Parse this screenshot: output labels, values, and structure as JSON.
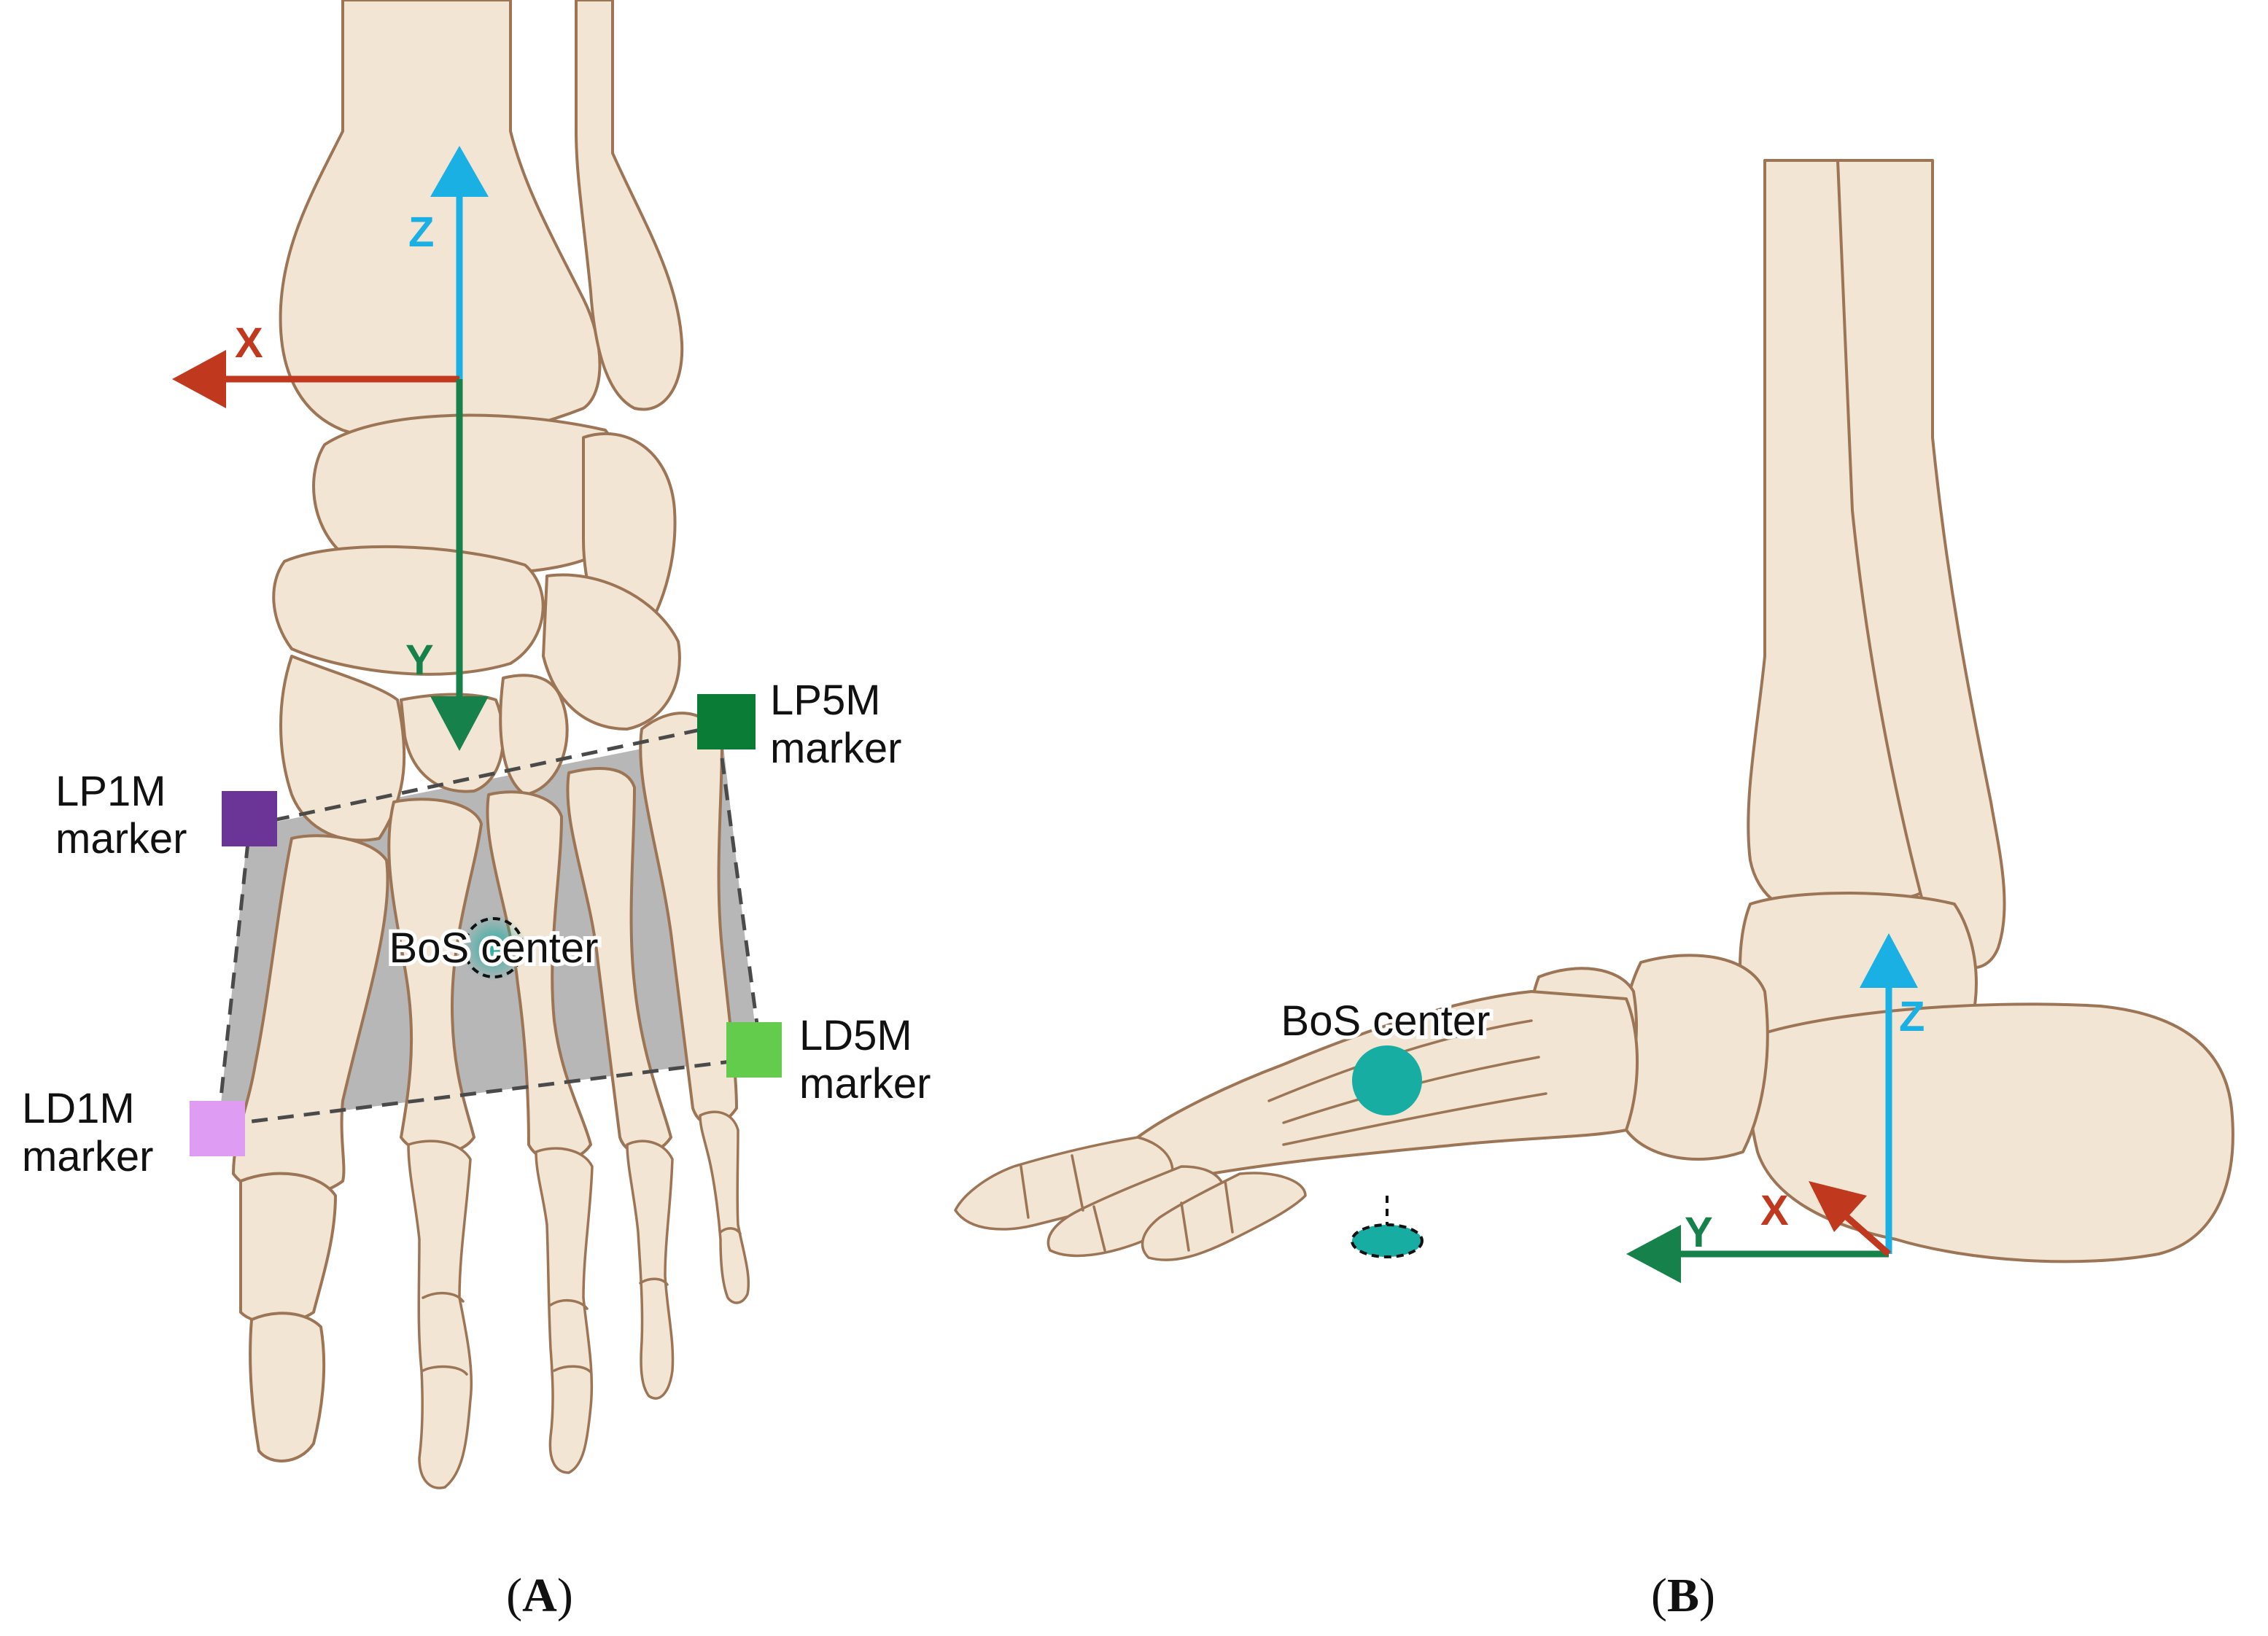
{
  "panels": [
    {
      "label_open": "(",
      "label_letter": "A",
      "label_close": ")"
    },
    {
      "label_open": "(",
      "label_letter": "B",
      "label_close": ")"
    }
  ],
  "panel_a": {
    "axes": {
      "x": "X",
      "y": "Y",
      "z": "Z"
    },
    "markers": {
      "lp1m": {
        "line1": "LP1M",
        "line2": "marker",
        "color": "#6a3597"
      },
      "lp5m": {
        "line1": "LP5M",
        "line2": "marker",
        "color": "#0b7c36"
      },
      "ld5m": {
        "line1": "LD5M",
        "line2": "marker",
        "color": "#63cc4c"
      },
      "ld1m": {
        "line1": "LD1M",
        "line2": "marker",
        "color": "#de9cf2"
      }
    },
    "bos_label": "BoS center"
  },
  "panel_b": {
    "axes": {
      "x": "X",
      "y": "Y",
      "z": "Z"
    },
    "bos_label": "BoS center"
  },
  "colors": {
    "x_axis": "#c0391f",
    "y_axis": "#16814a",
    "z_axis": "#1ab0e4",
    "bos": "#17ada3",
    "support_area": "#b7b7b7",
    "bone_fill": "#f2e5d3",
    "bone_outline": "#9c7556"
  },
  "icons": [
    "arrow-x-icon",
    "arrow-y-icon",
    "arrow-z-icon",
    "square-marker-icon",
    "bos-center-dot-icon"
  ]
}
